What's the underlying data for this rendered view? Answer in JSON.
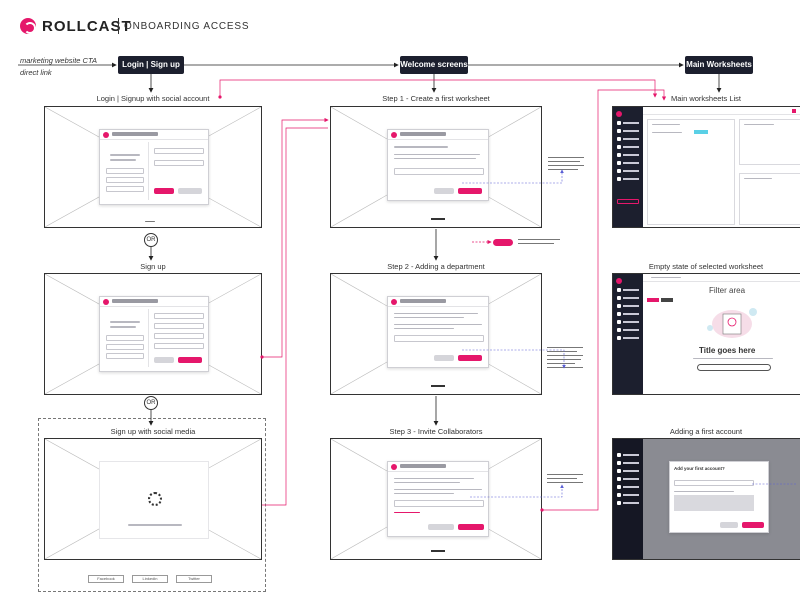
{
  "header": {
    "brand": "ROLLCAST",
    "subtitle": "ONBOARDING ACCESS"
  },
  "entry": {
    "label_1": "marketing website CTA",
    "label_2": "direct link"
  },
  "pills": {
    "login": "Login | Sign up",
    "welcome": "Welcome screens",
    "main": "Main Worksheets"
  },
  "columns": {
    "c1_s1": "Login | Signup with social account",
    "c1_s2": "Sign up",
    "c1_s3": "Sign up with social media",
    "c2_s1": "Step 1 - Create a first worksheet",
    "c2_s2": "Step 2 - Adding a department",
    "c2_s3": "Step 3 - Invite Collaborators",
    "c3_s1": "Main worksheets List",
    "c3_s2": "Empty state of selected worksheet",
    "c3_s3": "Adding a first account"
  },
  "or_label": "OR",
  "c3_s2_frame": {
    "filter": "Filter area",
    "empty_title": "Title goes here"
  },
  "c3_s3_frame": {
    "dialog_title": "Add your first account?"
  },
  "c1_s3_frame": {
    "choices": [
      "Facebook",
      "Linkedin",
      "Twitter"
    ]
  },
  "colors": {
    "accent": "#e5176b",
    "dark": "#1c1f2e"
  }
}
